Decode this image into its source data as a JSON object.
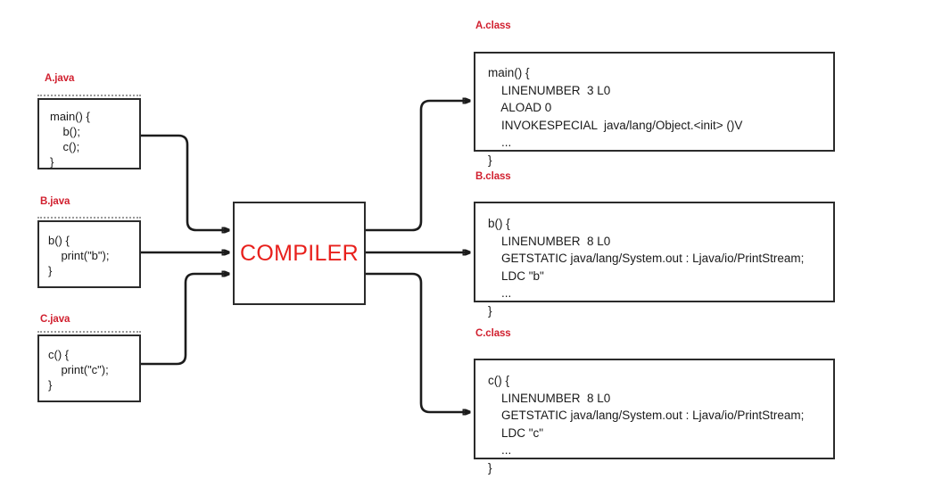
{
  "diagram": {
    "title_text": "COMPILER",
    "accent_color": "#d1202f",
    "compiler_color": "#e8201c",
    "line_color": "#1c1c1c",
    "box_border_color": "#2b2b2b",
    "background_color": "#ffffff"
  },
  "sources": [
    {
      "label": "A.java",
      "code": "main() {\n    b();\n    c();\n}"
    },
    {
      "label": "B.java",
      "code": "b() {\n    print(\"b\");\n}"
    },
    {
      "label": "C.java",
      "code": "c() {\n    print(\"c\");\n}"
    }
  ],
  "compiler": {
    "label": "COMPILER"
  },
  "outputs": [
    {
      "label": "A.class",
      "code": "main() {\n    LINENUMBER  3 L0\n    ALOAD 0\n    INVOKESPECIAL  java/lang/Object.<init> ()V\n    ...\n}"
    },
    {
      "label": "B.class",
      "code": "b() {\n    LINENUMBER  8 L0\n    GETSTATIC java/lang/System.out : Ljava/io/PrintStream;\n    LDC \"b\"\n    ...\n}"
    },
    {
      "label": "C.class",
      "code": "c() {\n    LINENUMBER  8 L0\n    GETSTATIC java/lang/System.out : Ljava/io/PrintStream;\n    LDC \"c\"\n    ...\n}"
    }
  ]
}
